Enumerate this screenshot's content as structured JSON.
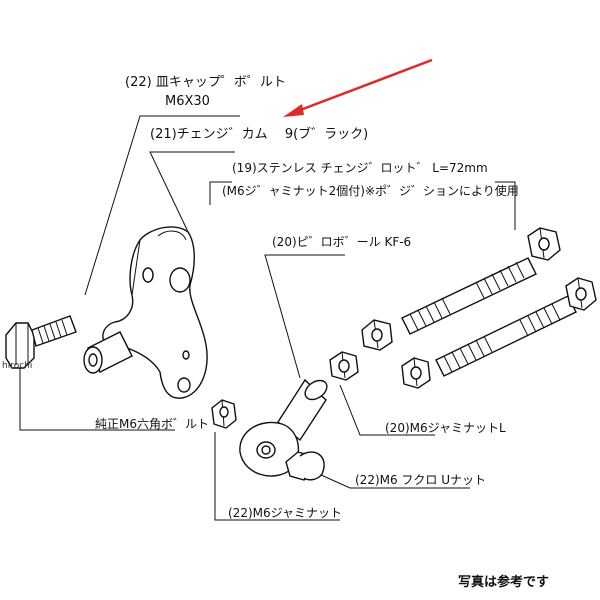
{
  "labels": {
    "cap_bolt_name": "(22) 皿キャップ゜ボ゜ルト",
    "cap_bolt_size": "M6X30",
    "change_cam": "(21)チェンジ゛カム　 9(ブ゛ラック)",
    "rod_name": "(19)ステンレス チェンジ゛ロット゛ L=72mm",
    "rod_note": "(M6ジ゛ャミナット2個付)※ポ゛ジ゛ションにより使用",
    "pillow_ball": "(20)ピ゛ロボ゛ール KF-6",
    "stock_bolt": "純正M6六角ボ゛ルト",
    "jam_nut_l": "(20)M6ジャミナットL",
    "u_nut": "(22)M6 フクロ Uナット",
    "jam_nut": "(22)M6ジャミナット"
  },
  "watermark": "hirochi",
  "footer_note": "写真は参考です",
  "colors": {
    "arrow": "#e02a2a",
    "line": "#111111",
    "background": "#ffffff"
  }
}
